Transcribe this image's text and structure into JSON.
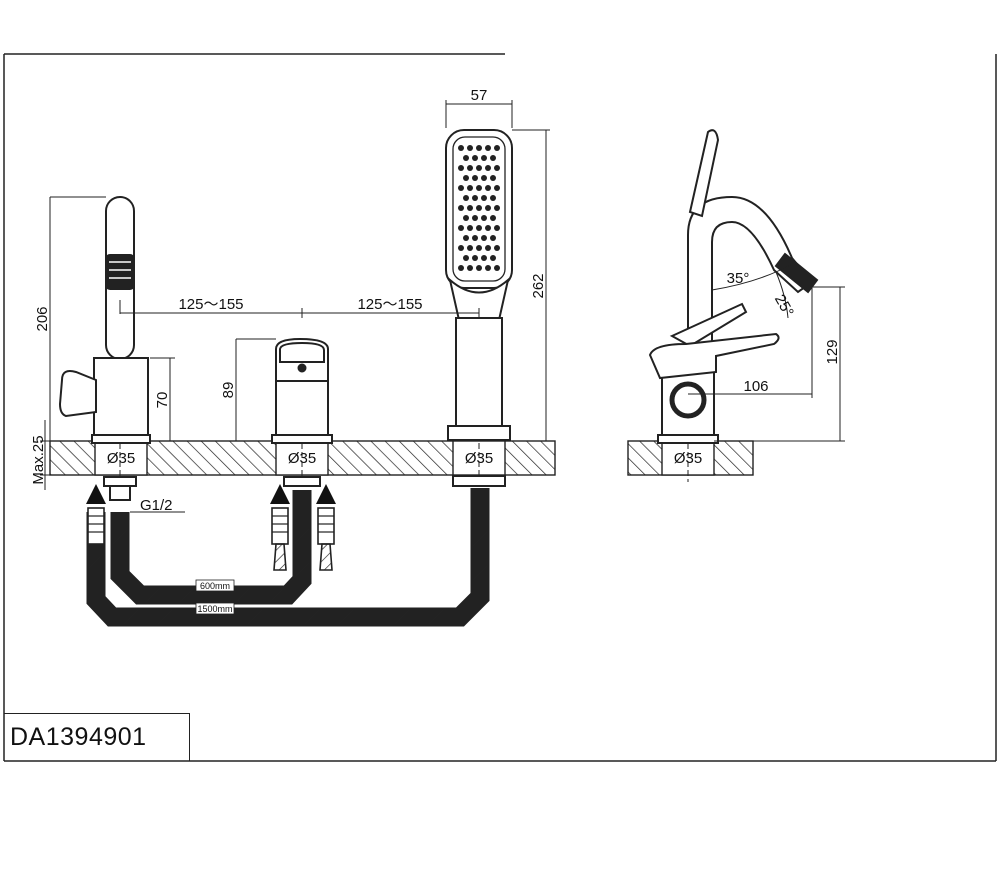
{
  "model_code": "DA1394901",
  "dimensions": {
    "spout_height": "206",
    "spout_base_height": "70",
    "handle_height": "89",
    "hand_shower_height": "262",
    "hand_shower_width": "57",
    "spacing_left": "125～155",
    "spacing_right": "125～155",
    "deck_thickness": "Max.25",
    "hole_dia": "Ø35",
    "thread": "G1/2",
    "side_height": "129",
    "side_reach": "106",
    "angle_upper": "35°",
    "angle_lower": "25°"
  },
  "hose_labels": {
    "short": "600mm",
    "long": "1500mm"
  }
}
